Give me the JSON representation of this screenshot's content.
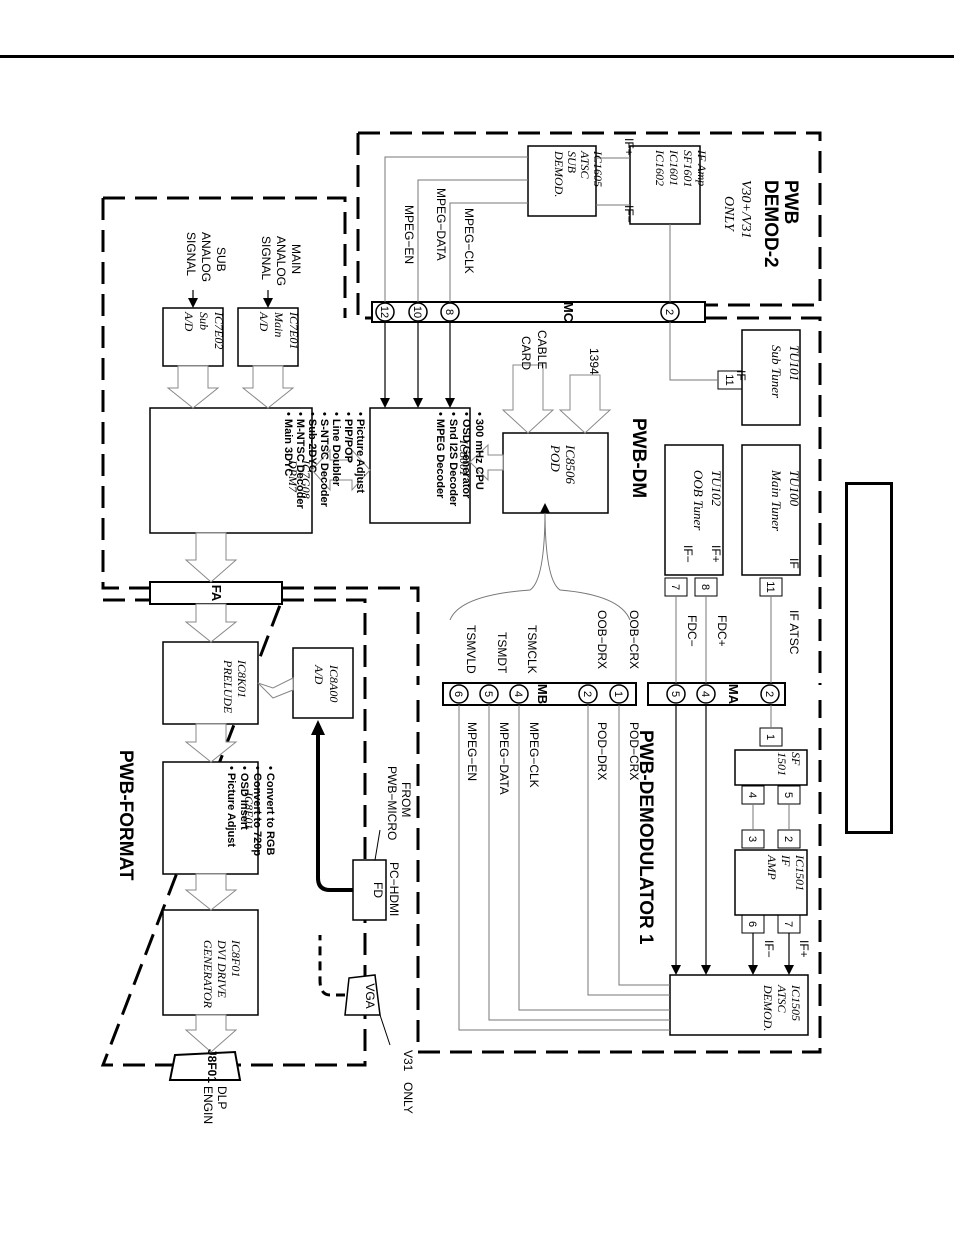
{
  "sections": {
    "demod2": {
      "title_line1": "PWB",
      "title_line2": "DEMOD-2",
      "subtitle1": "V30+/V31",
      "subtitle2": "ONLY"
    },
    "dm": {
      "title": "PWB-DM"
    },
    "format": {
      "title": "PWB-FORMAT"
    },
    "demodulator1": {
      "title": "PWB-DEMODULATOR 1"
    }
  },
  "blocks": {
    "ic1605": [
      "IC1605",
      "ATSC",
      "SUB",
      "DEMOD."
    ],
    "ifamp": [
      "IF Amp",
      "SF1601",
      "IC1601",
      "IC1602"
    ],
    "tu101": [
      "TU101",
      "Sub Tuner"
    ],
    "tu100": [
      "TU100",
      "Main Tuner"
    ],
    "tu102": [
      "TU102",
      "OOB Tuner"
    ],
    "ic7e01": [
      "IC7E01",
      "Main",
      "A/D"
    ],
    "ic7e02": [
      "IC7E02",
      "Sub",
      "A/D"
    ],
    "ic7g08": {
      "title": [
        "IC7G08",
        "DPM7"
      ],
      "items": [
        "• Main 3DYC",
        "• M-NTSC Decoder",
        "• Sub-2DYC",
        "• S-NTSC Decoder",
        "• Line Doubler",
        "• PIP/POP",
        "• Picture Adjust"
      ]
    },
    "ic8001": {
      "title": [
        "IC8001"
      ],
      "items": [
        "• MPEG Decoder",
        "• Snd I2S Decoder",
        "• OSD Generator",
        "• 300 mHz CPU"
      ]
    },
    "ic8506": [
      "IC8506",
      "POD"
    ],
    "ic8k01": [
      "IC8K01",
      "PRELUDE"
    ],
    "ic8a00": [
      "IC8A00",
      "A/D"
    ],
    "ic8e01": {
      "title": [
        "IC8E01"
      ],
      "items": [
        "• Picture Adjust",
        "• OSD Insert",
        "• Convert to 720p",
        "• Convert to RGB"
      ]
    },
    "ic8f01": [
      "IC8F01",
      "DVI DRIVE",
      "GENERATOR"
    ],
    "sf1501": [
      "SF",
      "1501"
    ],
    "ic1501": [
      "IC1501",
      "IF",
      "AMP"
    ],
    "ic1505": [
      "IC1505",
      "ATSC",
      "DEMOD."
    ],
    "fd": "FD",
    "vga": "VGA",
    "j8f01": "J8F01"
  },
  "connectors": {
    "mc": {
      "label": "MC",
      "pins": [
        "12",
        "10",
        "8",
        "2"
      ]
    },
    "ma": {
      "label": "MA",
      "pins": [
        "5",
        "4",
        "2"
      ]
    },
    "mb": {
      "label": "MB",
      "pins": [
        "6",
        "5",
        "4",
        "2",
        "1"
      ]
    },
    "fa": {
      "label": "FA"
    },
    "small_pins": [
      "11",
      "11",
      "7",
      "8",
      "7",
      "6",
      "1",
      "2",
      "3",
      "4",
      "5"
    ]
  },
  "labels": {
    "if_plus": "IF+",
    "if_minus": "IF−",
    "if": "IF",
    "mpeg_en": "MPEG−EN",
    "mpeg_data": "MPEG−DATA",
    "mpeg_clk": "MPEG−CLK",
    "cable_card1": "CABLE",
    "cable_card2": "CARD",
    "n1394": "1394",
    "main_analog": [
      "MAIN",
      "ANALOG",
      "SIGNAL"
    ],
    "sub_analog": [
      "SUB",
      "ANALOG",
      "SIGNAL"
    ],
    "if_atsc": "IF ATSC",
    "fdc_plus": "FDC+",
    "fdc_minus": "FDC−",
    "oob_crx": "OOB−CRX",
    "oob_drx": "OOB−DRX",
    "tsmclk": "TSMCLK",
    "tsmdt": "TSMDT",
    "tsmvld": "TSMVLD",
    "pod_crx": "POD−CRX",
    "pod_drx": "POD−DRX",
    "mpeg_clk2": "MPEG−CLK",
    "mpeg_data2": "MPEG−DATA",
    "mpeg_en2": "MPEG−EN",
    "from_micro": [
      "FROM",
      "PWB−MICRO"
    ],
    "pc_hdmi": "PC−HDMI",
    "v31_only": [
      "V31",
      "ONLY"
    ],
    "dlp_engine": [
      "DLP",
      "ENGIN"
    ]
  }
}
